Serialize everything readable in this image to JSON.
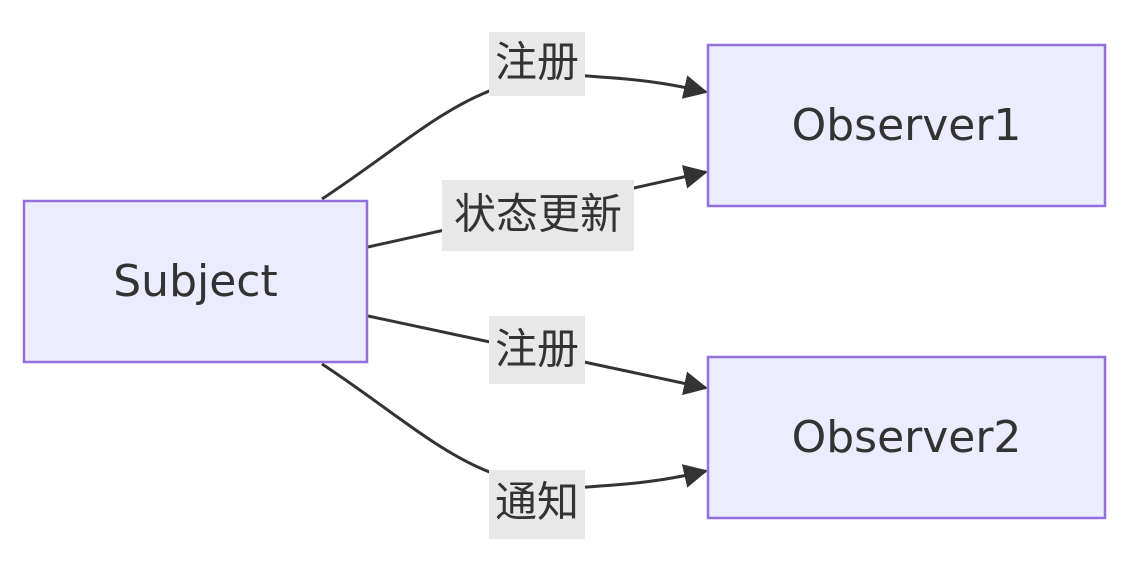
{
  "nodes": {
    "subject": "Subject",
    "observer1": "Observer1",
    "observer2": "Observer2"
  },
  "edges": {
    "register1": "注册",
    "state_update": "状态更新",
    "register2": "注册",
    "notify": "通知"
  },
  "colors": {
    "node_fill": "#ececff",
    "node_stroke": "#9370db",
    "edge": "#333333",
    "label_bg": "#e8e8e8",
    "text": "#333333"
  }
}
